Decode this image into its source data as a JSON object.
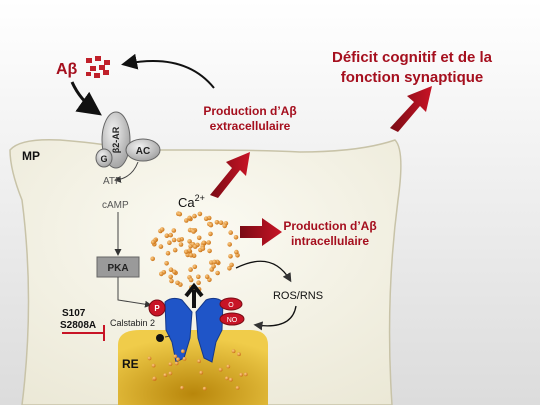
{
  "labels": {
    "abeta": "Aβ",
    "deficit_line1": "Déficit cognitif et de la",
    "deficit_line2": "fonction synaptique",
    "prod_extra_line1": "Production d’Aβ",
    "prod_extra_line2": "extracellulaire",
    "prod_intra_line1": "Production d’Aβ",
    "prod_intra_line2": "intracellulaire",
    "mp": "MP",
    "b2ar": "β2-AR",
    "g": "G",
    "ac": "AC",
    "atp": "ATP",
    "camp": "cAMP",
    "pka": "PKA",
    "ca_base": "Ca",
    "ca_sup": "2+",
    "ros_rns": "ROS/RNS",
    "s107": "S107",
    "s2808a": "S2808A",
    "calstabin": "Calstabin 2",
    "p": "P",
    "o": "O",
    "no": "NO",
    "re": "RE"
  },
  "colors": {
    "accent_red": "#a50f1e",
    "cell_fill": "#f4f2e4",
    "er_fill": "#e8c13a",
    "ryr_blue": "#1f55c8",
    "dot_orange": "#e08a1e",
    "grey_protein": "#c8c8c8"
  },
  "icons": [
    "abeta-cluster-icon",
    "ryr-channel-icon",
    "calcium-dots-icon"
  ]
}
